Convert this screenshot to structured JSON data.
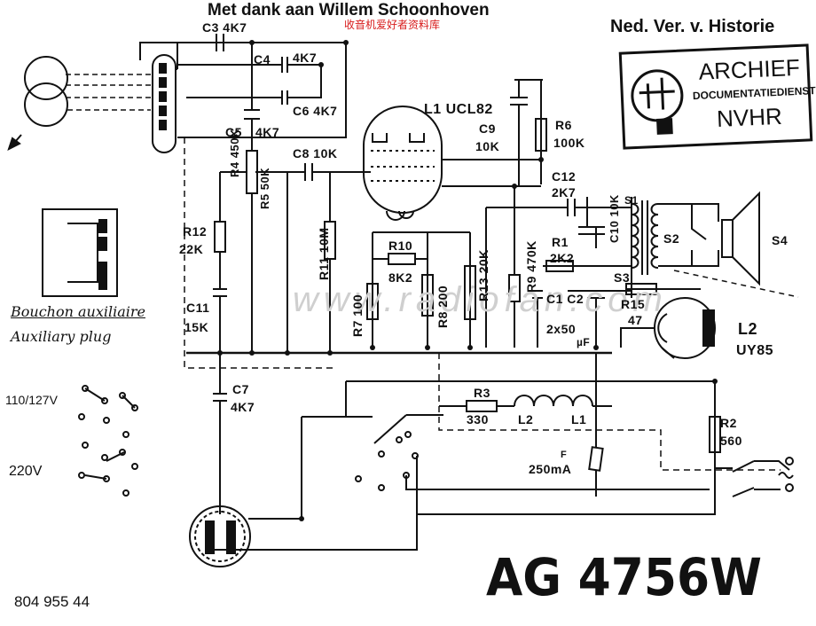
{
  "header": {
    "credit": "Met dank aan Willem Schoonhoven",
    "site_cn": "收音机爱好者资料库",
    "society": "Ned. Ver. v. Historie"
  },
  "stamp": {
    "line1": "ARCHIEF",
    "line2": "DOCUMENTATIEDIENST",
    "line3": "NVHR"
  },
  "watermark": "www.radiofan.com",
  "model": "AG 4756W",
  "part_number": "804 955 44",
  "plug": {
    "fr": "Bouchon auxiliaire",
    "en": "Auxiliary plug"
  },
  "voltages": {
    "low": "110/127V",
    "high": "220V"
  },
  "tubes": {
    "l1": "L1 UCL82",
    "l2": "L2",
    "l2_type": "UY85"
  },
  "components": {
    "c3": "C3 4K7",
    "c4": "C4",
    "c4_val": "4K7",
    "c6": "C6 4K7",
    "c5": "C5",
    "c5_val": "4K7",
    "c8": "C8 10K",
    "c9": "C9",
    "c9_val": "10K",
    "c12": "C12",
    "c12_val": "2K7",
    "c10": "C10 10K",
    "c11": "C11",
    "c11_val": "15K",
    "c7": "C7",
    "c7_val": "4K7",
    "c1c2": "C1 C2",
    "c1c2_val": "2x50",
    "c1c2_unit": "µF",
    "r4": "R4 450K",
    "r5": "R5 50K",
    "r6": "R6",
    "r6_val": "100K",
    "r12": "R12",
    "r12_val": "22K",
    "r11": "R11 10M",
    "r10": "R10",
    "r10_val": "8K2",
    "r7": "R7 100",
    "r8": "R8 200",
    "r13": "R13 20K",
    "r9": "R9 470K",
    "r1": "R1",
    "r1_val": "2K2",
    "r15": "R15",
    "r15_val": "47",
    "r3": "R3",
    "r3_val": "330",
    "r2": "R2",
    "r2_val": "560",
    "l2": "L2",
    "l1": "L1",
    "fuse": "F",
    "fuse_val": "250mA",
    "s1": "S1",
    "s2": "S2",
    "s3": "S3",
    "s4": "S4"
  }
}
